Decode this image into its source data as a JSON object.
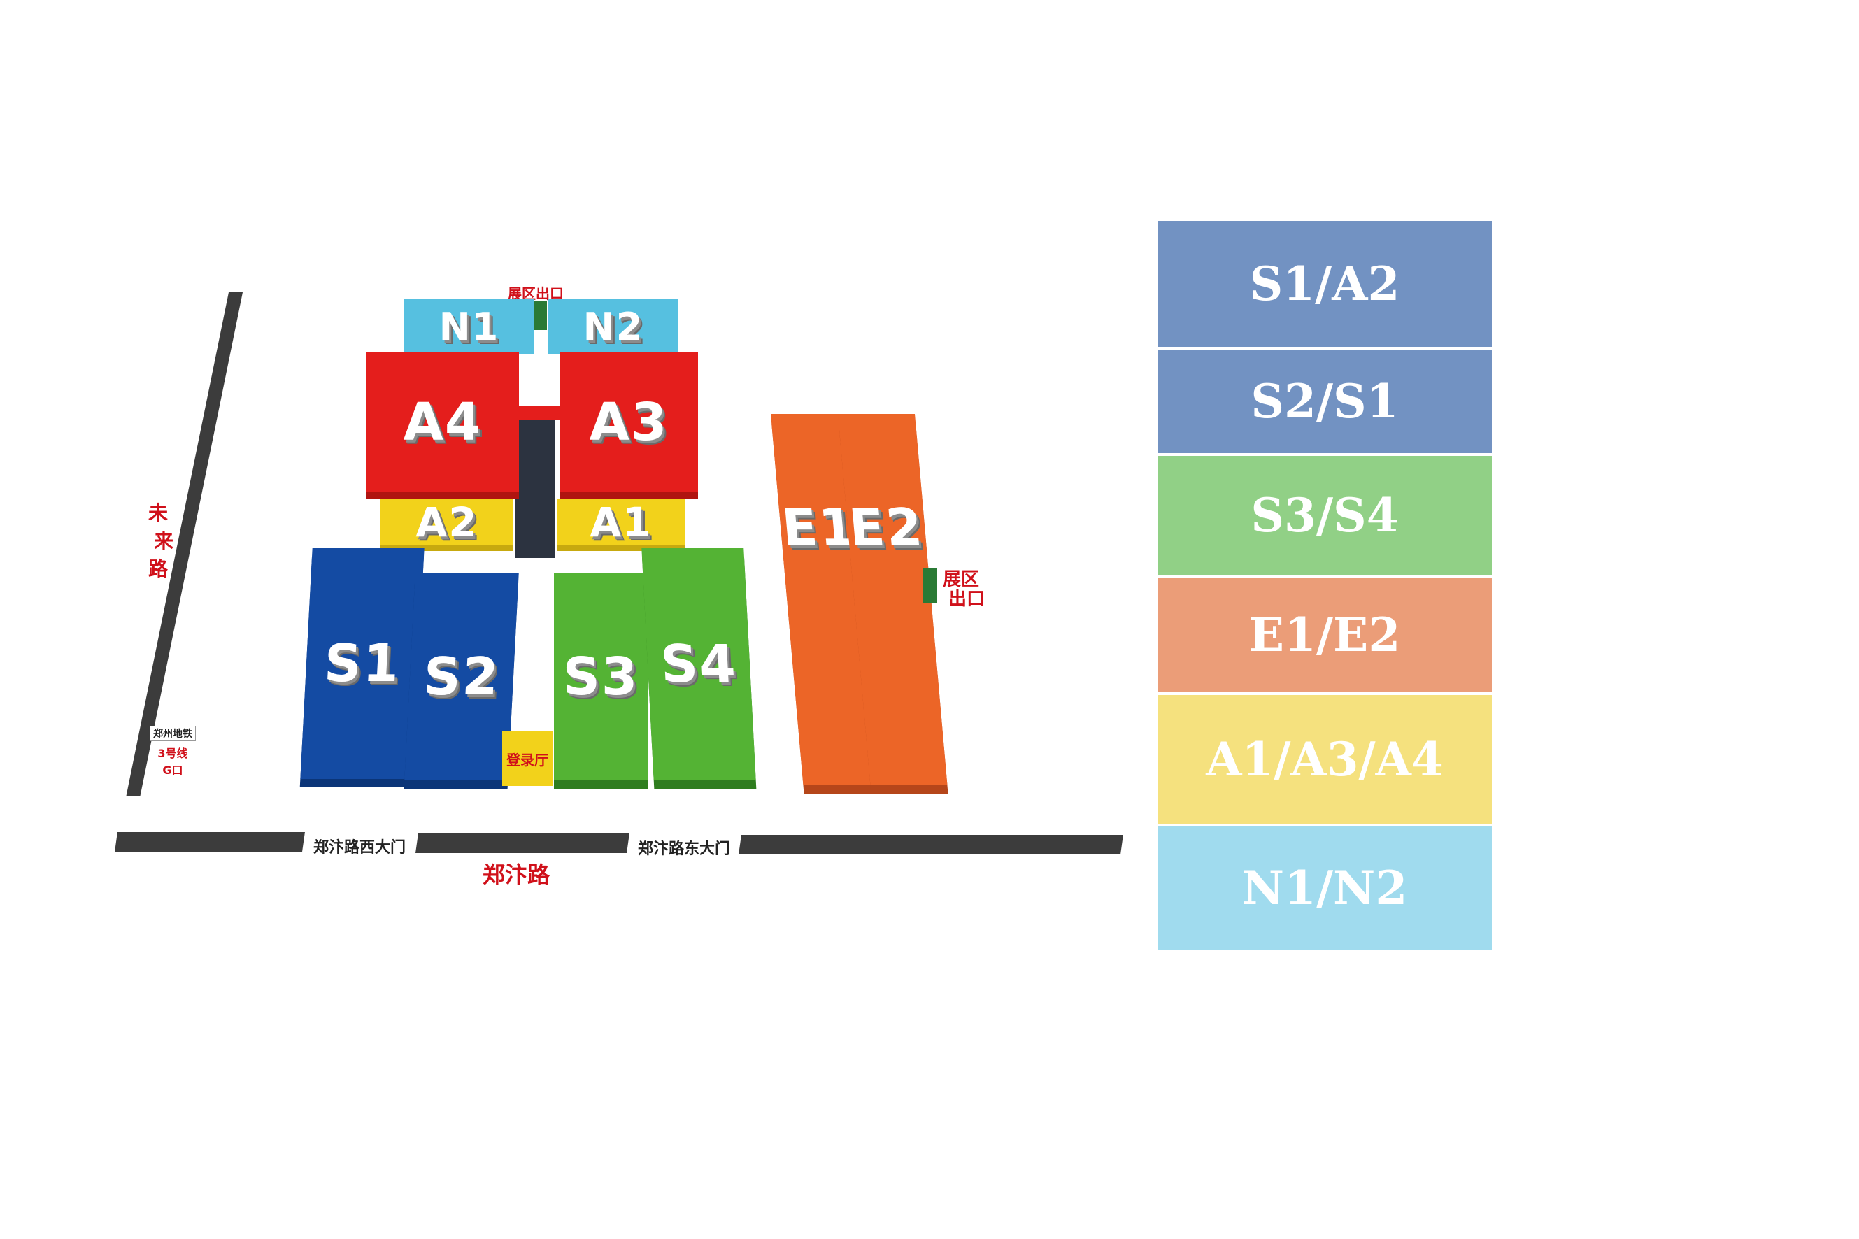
{
  "halls": {
    "n1": "N1",
    "n2": "N2",
    "a4": "A4",
    "a3": "A3",
    "a2": "A2",
    "a1": "A1",
    "s1": "S1",
    "s2": "S2",
    "s3": "S3",
    "s4": "S4",
    "e1": "E1",
    "e2": "E2"
  },
  "labels": {
    "exit_top": "展区出口",
    "exit_right_line1": "展区",
    "exit_right_line2": "出口",
    "registration_hall": "登录厅",
    "weilai_road": [
      "未",
      "来",
      "路"
    ],
    "metro_line1": "郑州地铁",
    "metro_line2": "3号线",
    "metro_line3": "G口",
    "west_gate": "郑汴路西大门",
    "east_gate": "郑汴路东大门",
    "zhengbian_road": "郑汴路"
  },
  "legend": [
    {
      "label": "S1/A2",
      "color": "#7292c2"
    },
    {
      "label": "S2/S1",
      "color": "#7292c2"
    },
    {
      "label": "S3/S4",
      "color": "#91d086"
    },
    {
      "label": "E1/E2",
      "color": "#eb9d78"
    },
    {
      "label": "A1/A3/A4",
      "color": "#f5e17e"
    },
    {
      "label": "N1/N2",
      "color": "#a0dbee"
    }
  ],
  "colors": {
    "n_halls": "#56c0e0",
    "a_red": "#e41e1c",
    "a_yellow": "#f2d21b",
    "s_blue": "#144ba3",
    "s_green": "#54b334",
    "e_orange": "#ec6527",
    "road": "#3c3c3c",
    "exit_green": "#2a7a35"
  }
}
